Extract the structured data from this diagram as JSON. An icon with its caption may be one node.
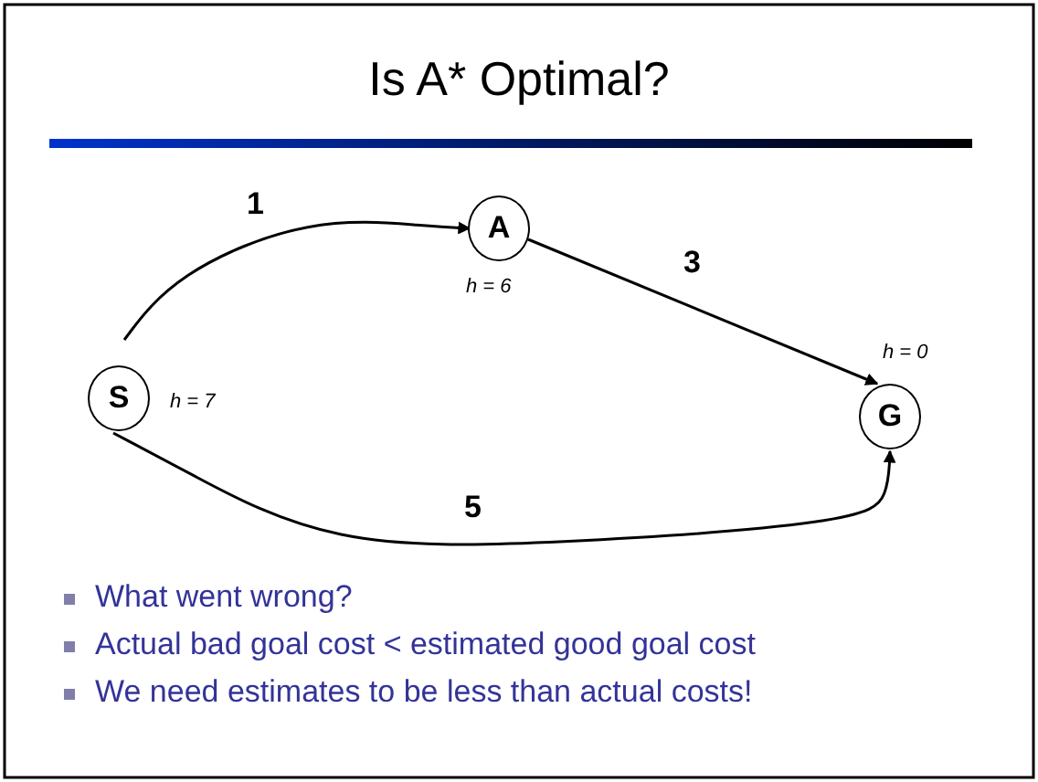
{
  "diagram": {
    "title": "Is A* Optimal?",
    "nodes": [
      {
        "text": [
          "S"
        ],
        "beside": [
          "h = 7"
        ]
      },
      {
        "text": [
          "A"
        ],
        "beside": [
          "h = 6"
        ]
      },
      {
        "text": [
          "G"
        ],
        "beside": [
          "h = 0"
        ]
      }
    ],
    "edges": [
      {
        "from": 0,
        "to": 1,
        "arrow": "to",
        "label": "1"
      },
      {
        "from": 1,
        "to": 2,
        "arrow": "to",
        "label": "3"
      },
      {
        "from": 0,
        "to": 2,
        "arrow": "to",
        "label": "5"
      }
    ],
    "labels": [
      "What went wrong?",
      "Actual bad goal cost < estimated good goal cost",
      "We need estimates to be less than actual costs!"
    ]
  }
}
